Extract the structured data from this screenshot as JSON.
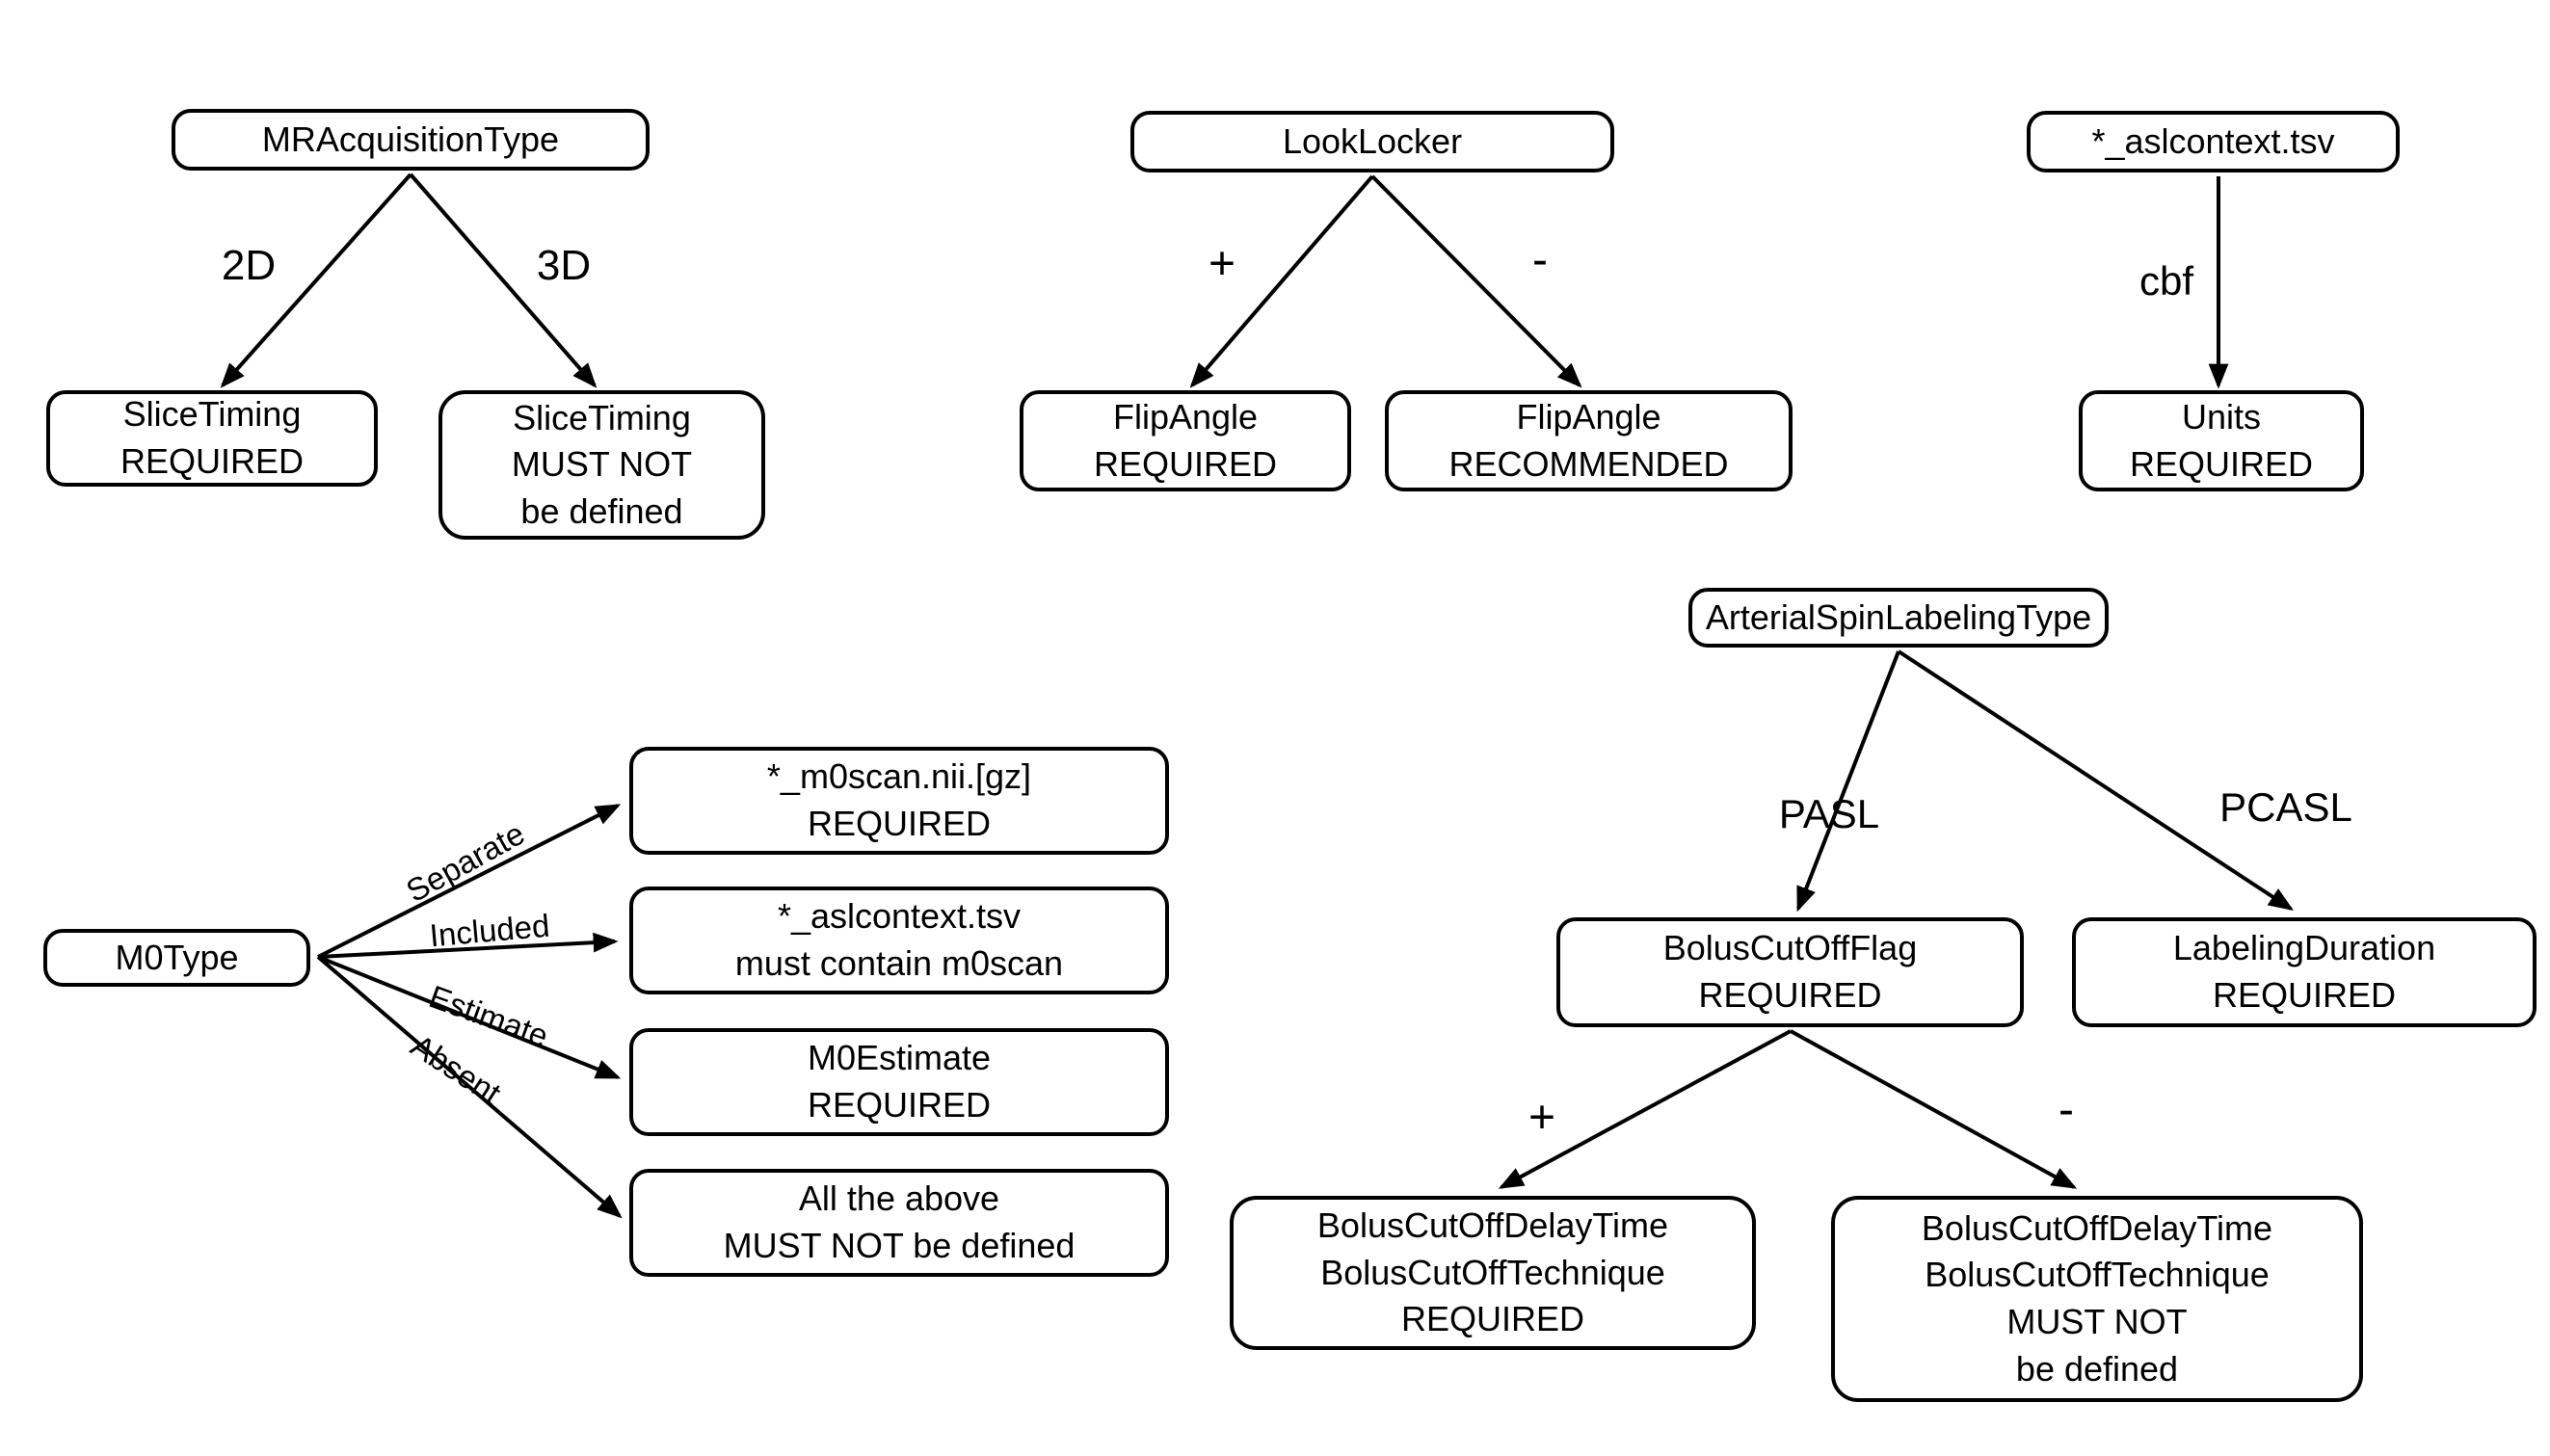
{
  "trees": {
    "mr_acquisition": {
      "root": "MRAcquisitionType",
      "edge_2d": "2D",
      "edge_3d": "3D",
      "slice_timing_required": {
        "l1": "SliceTiming",
        "l2": "REQUIRED"
      },
      "slice_timing_must_not": {
        "l1": "SliceTiming",
        "l2": "MUST NOT",
        "l3": "be defined"
      }
    },
    "look_locker": {
      "root": "LookLocker",
      "edge_plus": "+",
      "edge_minus": "-",
      "flip_angle_required": {
        "l1": "FlipAngle",
        "l2": "REQUIRED"
      },
      "flip_angle_recommended": {
        "l1": "FlipAngle",
        "l2": "RECOMMENDED"
      }
    },
    "aslcontext": {
      "root": "*_aslcontext.tsv",
      "edge_cbf": "cbf",
      "units_required": {
        "l1": "Units",
        "l2": "REQUIRED"
      }
    },
    "m0type": {
      "root": "M0Type",
      "edge_separate": "Separate",
      "edge_included": "Included",
      "edge_estimate": "Estimate",
      "edge_absent": "Absent",
      "m0scan_required": {
        "l1": "*_m0scan.nii.[gz]",
        "l2": "REQUIRED"
      },
      "aslcontext_contains": {
        "l1": "*_aslcontext.tsv",
        "l2": "must contain m0scan"
      },
      "m0estimate_required": {
        "l1": "M0Estimate",
        "l2": "REQUIRED"
      },
      "all_above_must_not": {
        "l1": "All the above",
        "l2": "MUST NOT be defined"
      }
    },
    "asl_type": {
      "root": "ArterialSpinLabelingType",
      "edge_pasl": "PASL",
      "edge_pcasl": "PCASL",
      "edge_plus": "+",
      "edge_minus": "-",
      "bolus_flag_required": {
        "l1": "BolusCutOffFlag",
        "l2": "REQUIRED"
      },
      "labeling_duration_required": {
        "l1": "LabelingDuration",
        "l2": "REQUIRED"
      },
      "bolus_fields_required": {
        "l1": "BolusCutOffDelayTime",
        "l2": "BolusCutOffTechnique",
        "l3": "REQUIRED"
      },
      "bolus_fields_must_not": {
        "l1": "BolusCutOffDelayTime",
        "l2": "BolusCutOffTechnique",
        "l3": "MUST NOT",
        "l4": "be defined"
      }
    }
  }
}
